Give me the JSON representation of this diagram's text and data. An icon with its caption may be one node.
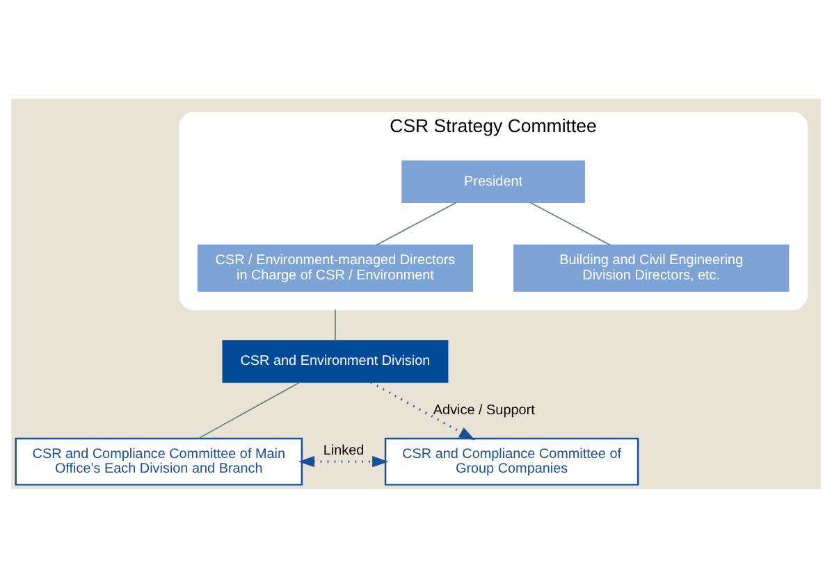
{
  "diagram": {
    "nodes": [
      {
        "text": [
          "CSR Strategy Committee"
        ]
      },
      {
        "text": [
          "President"
        ],
        "in": 0
      },
      {
        "text": [
          "CSR / Environment-managed Directors in Charge of CSR / Environment"
        ],
        "in": 0
      },
      {
        "text": [
          "Building and Civil Engineering Division Directors, etc."
        ],
        "in": 0
      },
      {
        "text": [
          "CSR and Environment Division"
        ]
      },
      {
        "text": [
          "CSR and Compliance Committee of Main Office’s Each Division and Branch"
        ]
      },
      {
        "text": [
          "CSR and Compliance Committee of Group Companies"
        ]
      }
    ],
    "edges": [
      {
        "from": 1,
        "to": 2,
        "arrow": "none"
      },
      {
        "from": 1,
        "to": 3,
        "arrow": "none"
      },
      {
        "from": 0,
        "to": 4,
        "arrow": "none"
      },
      {
        "from": 4,
        "to": 5,
        "arrow": "none"
      },
      {
        "from": 4,
        "to": 6,
        "arrow": "to",
        "label": "Advice / Support",
        "style": "dashed",
        "color": "#1a4f9c"
      },
      {
        "from": 5,
        "to": 6,
        "arrow": "both",
        "label": "Linked",
        "style": "dashed",
        "color": "#1a4f9c"
      }
    ]
  }
}
